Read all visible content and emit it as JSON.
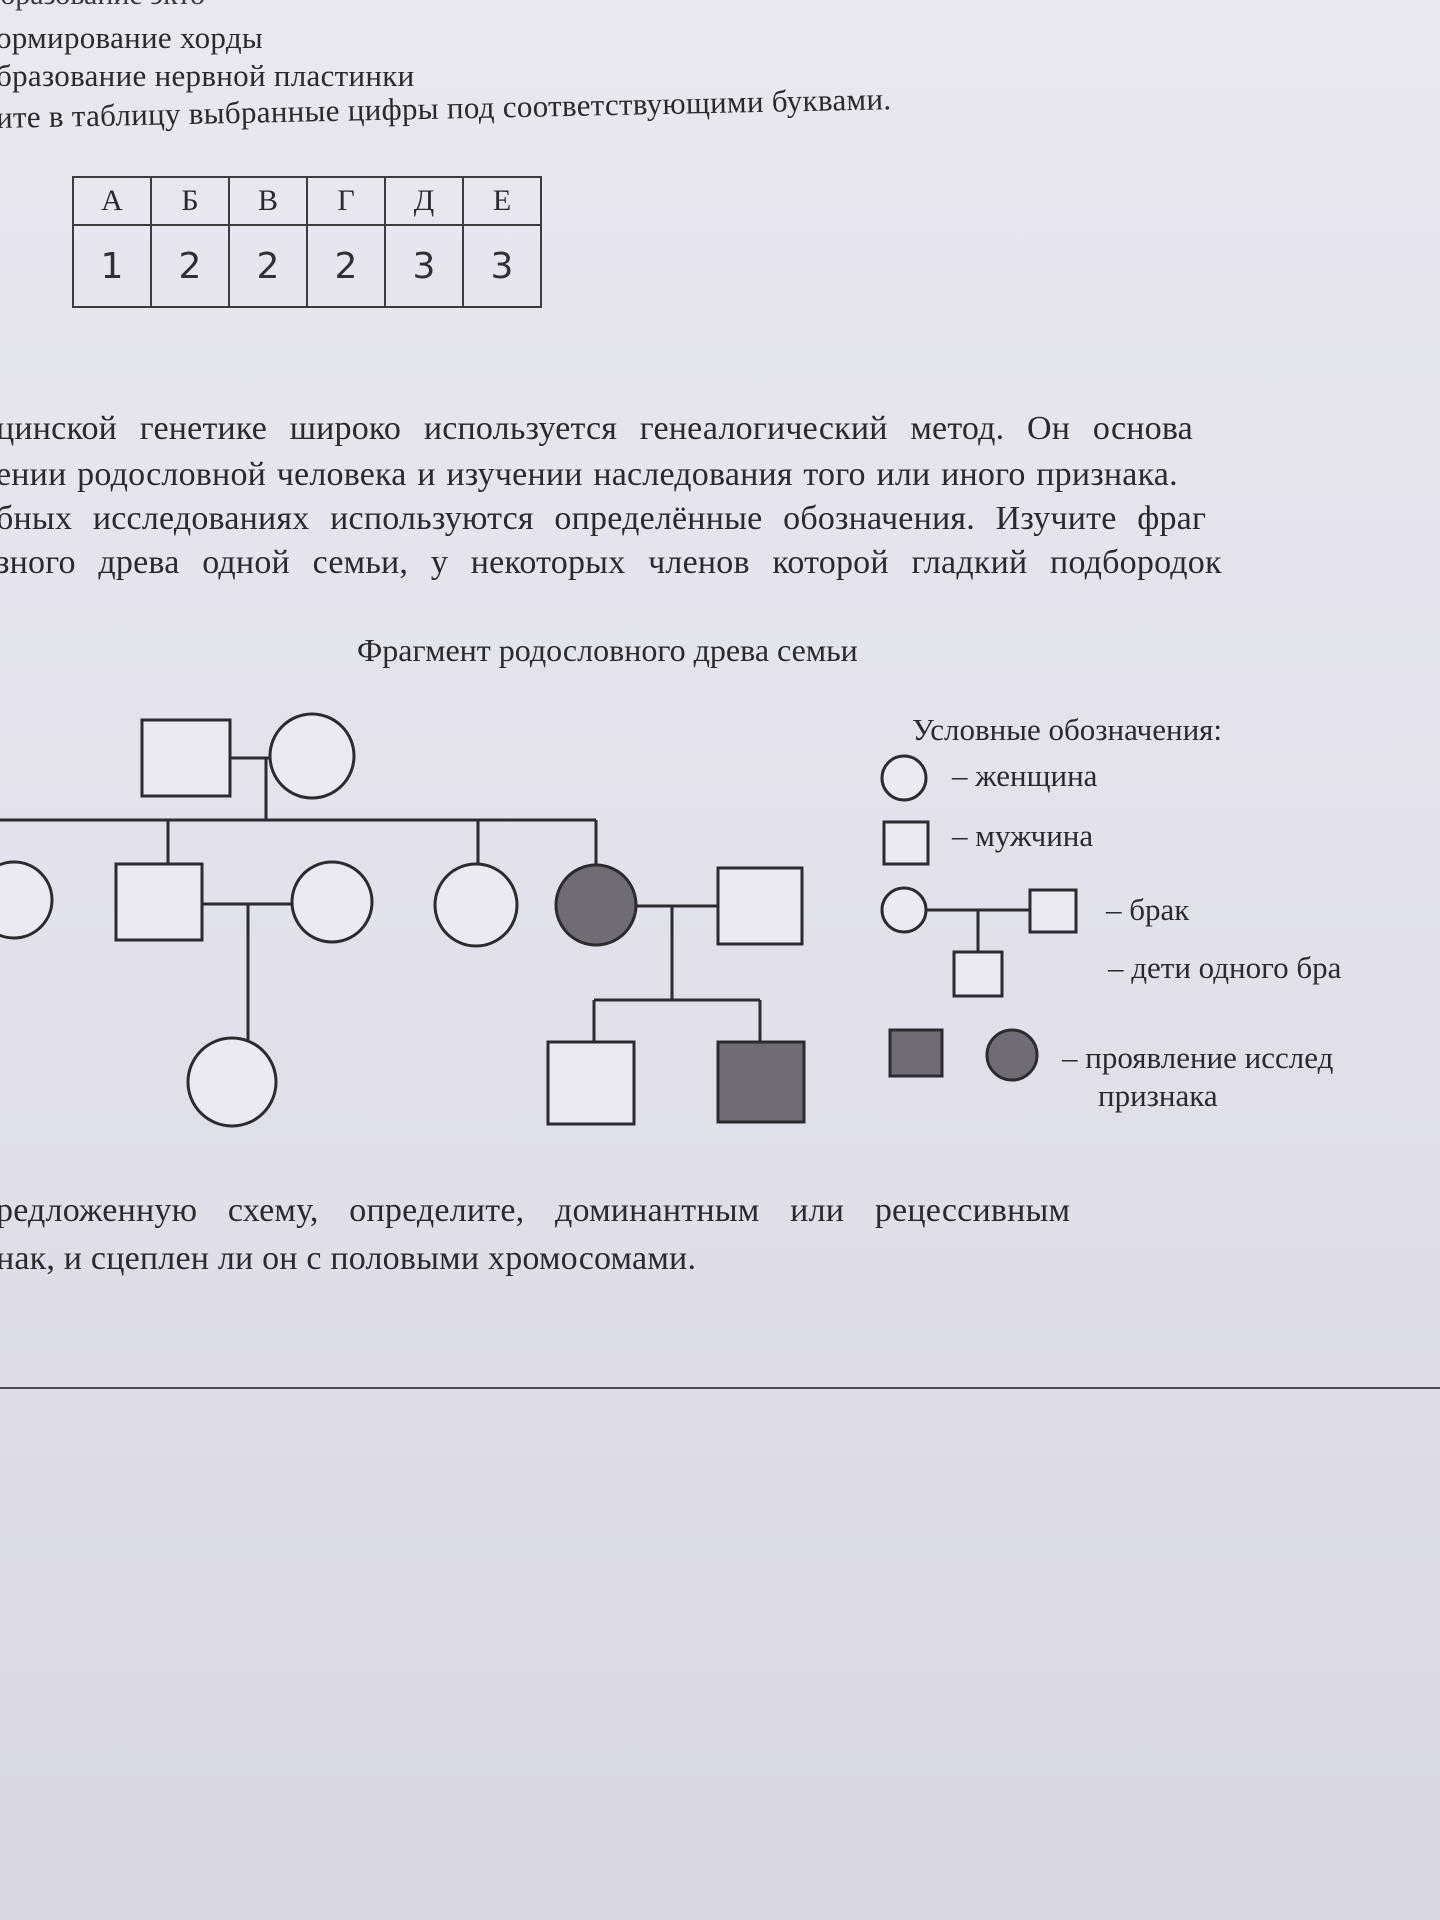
{
  "header_lines": [
    "ормирование хорды",
    "бразование нервной пластинки",
    "ите в таблицу выбранные цифры под соответствующими буквами."
  ],
  "cut_top_line": "бразование экто",
  "answer_table": {
    "letters": [
      "А",
      "Б",
      "В",
      "Г",
      "Д",
      "Е"
    ],
    "values": [
      "1",
      "2",
      "2",
      "2",
      "3",
      "3"
    ]
  },
  "paragraph_lines": [
    "цинской генетике широко используется генеалогический метод. Он основа",
    "ении родословной человека и изучении наследования того или иного признака.",
    "бных исследованиях используются определённые обозначения. Изучите фраг",
    "зного древа одной семьи, у некоторых членов которой гладкий подбородок"
  ],
  "figure_title": "Фрагмент родословного древа семьи",
  "legend": {
    "title": "Условные обозначения:",
    "female": "– женщина",
    "male": "– мужчина",
    "marriage": "– брак",
    "children": "– дети одного бра",
    "trait_line1": "– проявление исслед",
    "trait_line2": "признака"
  },
  "question_lines": [
    "редложенную схему, определите, доминантным или рецессивным",
    "нак, и сцеплен ли он с половыми хромосомами."
  ],
  "colors": {
    "ink": "#2a2a2e",
    "affected_fill": "#6f6d73",
    "paper": "#e6e5ec"
  }
}
